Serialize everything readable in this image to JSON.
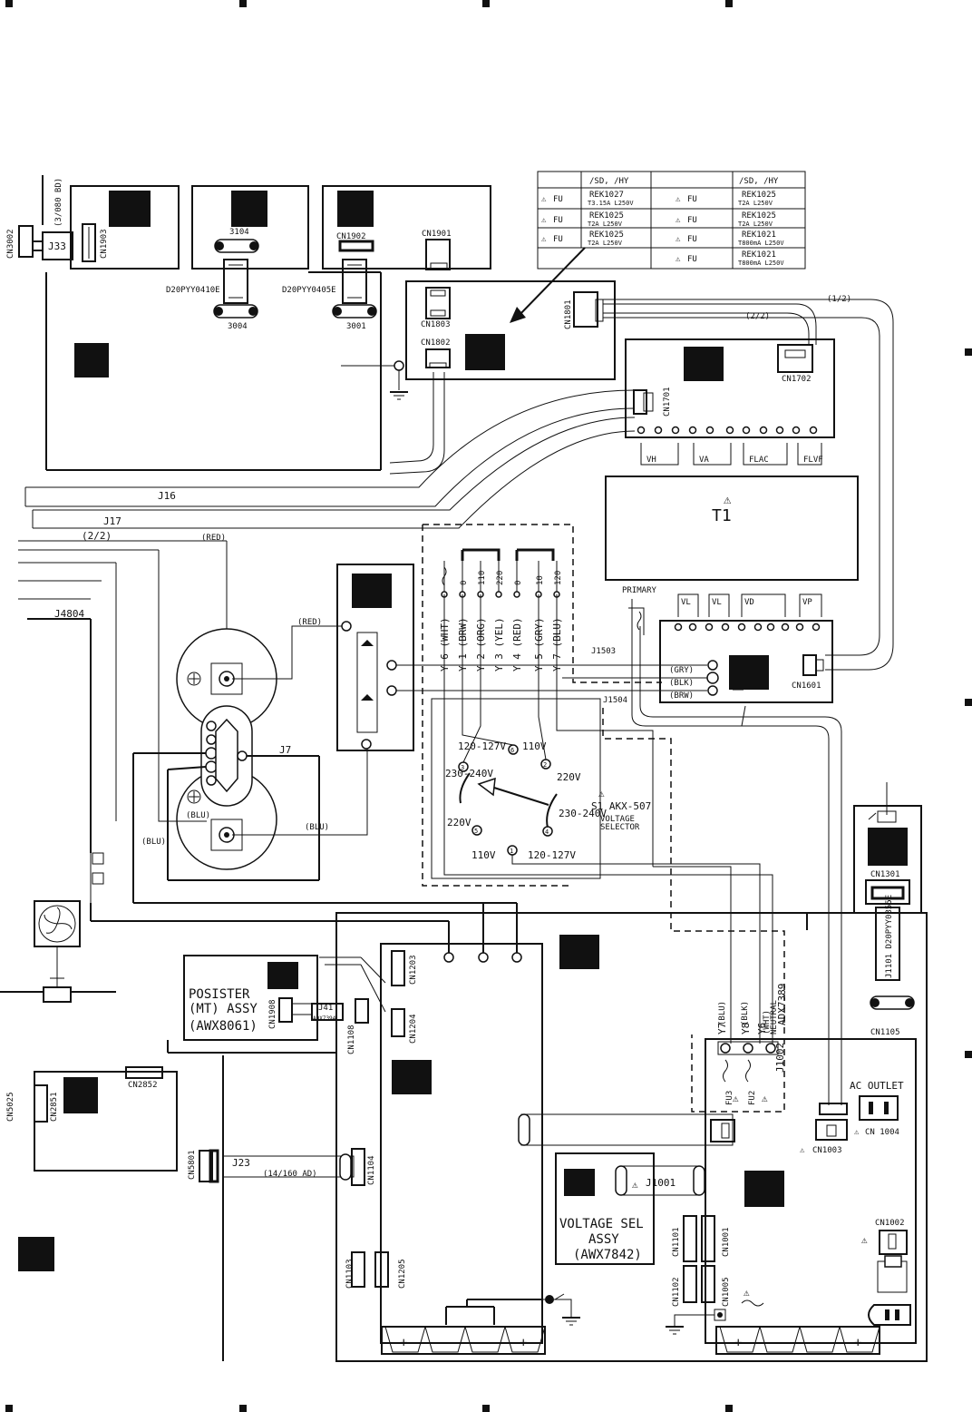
{
  "fuse_table": {
    "headers": [
      "",
      "/SD, /HY",
      "",
      "/SD, /HY"
    ],
    "rows": [
      {
        "l_ref": "FU",
        "l_part": "REK1027",
        "l_rating": "T3.15A L250V",
        "r_ref": "FU",
        "r_part": "REK1025",
        "r_rating": "T2A L250V"
      },
      {
        "l_ref": "FU",
        "l_part": "REK1025",
        "l_rating": "T2A L250V",
        "r_ref": "FU",
        "r_part": "REK1025",
        "r_rating": "T2A L250V"
      },
      {
        "l_ref": "FU",
        "l_part": "REK1025",
        "l_rating": "T2A L250V",
        "r_ref": "FU",
        "r_part": "REK1021",
        "r_rating": "T800mA L250V"
      },
      {
        "l_ref": "",
        "l_part": "",
        "l_rating": "",
        "r_ref": "FU",
        "r_part": "REK1021",
        "r_rating": "T800mA L250V"
      }
    ]
  },
  "connectors": {
    "cn3002": "CN3002",
    "j33": "J33",
    "j33_note": "(3/080 BD)",
    "cn1903": "CN1903",
    "p3104": "3104",
    "p3004": "3004",
    "d20_410": "D20PYY0410E",
    "cn1902": "CN1902",
    "d20_405": "D20PYY0405E",
    "p3001": "3001",
    "cn1901": "CN1901",
    "cn1803": "CN1803",
    "cn1802": "CN1802",
    "cn1801": "CN1801",
    "half1": "(1/2)",
    "half2": "(2/2)",
    "cn1702": "CN1702",
    "cn1701": "CN1701",
    "cn1601": "CN1601",
    "j1503": "J1503",
    "j1504": "J1504",
    "j16": "J16",
    "j17": "J17",
    "j4804": "J4804",
    "j7": "J7",
    "cn1301": "CN1301",
    "j1101": "J1101 D20PYY0355E",
    "cn1105": "CN1105",
    "cn1203": "CN1203",
    "cn1204": "CN1204",
    "cn1908": "CN1908",
    "j41": "J41",
    "adx7394": "ADX7394",
    "cn1108": "CN1108",
    "cn5025": "CN5025",
    "cn2851": "CN2851",
    "cn2852": "CN2852",
    "cn5801": "CN5801",
    "j23": "J23",
    "j23_note": "(14/160 AD)",
    "cn1104": "CN1104",
    "cn1103": "CN1103",
    "cn1205": "CN1205",
    "cn1101": "CN1101",
    "cn1001": "CN1001",
    "cn1102": "CN1102",
    "cn1005": "CN1005",
    "j1001": "J1001",
    "cn1003": "CN1003",
    "cn1004": "CN 1004",
    "cn1002": "CN1002",
    "j1002": "J1002",
    "adx7389": "ADX7389",
    "fu3": "FU3",
    "fu2": "FU2"
  },
  "transformer": {
    "name": "T1",
    "secondary_top": [
      "VH",
      "VA",
      "FLAC",
      "FLVF"
    ],
    "secondary_bottom": [
      "VL",
      "VL",
      "VD",
      "VP"
    ],
    "primary": "PRIMARY"
  },
  "wire_colors": {
    "red_a": "(RED)",
    "red_b": "(RED)",
    "blu_a": "(BLU)",
    "blu_b": "(BLU)",
    "blu_c": "(BLU)",
    "gry": "(GRY)",
    "blk": "(BLK)",
    "brw": "(BRW)",
    "half_left": "(2/2)"
  },
  "taps": [
    {
      "label": "Y 6 (WHT)",
      "num": ""
    },
    {
      "label": "Y 1 (BRW)",
      "num": "0"
    },
    {
      "label": "Y 2 (ORG)",
      "num": "110"
    },
    {
      "label": "Y 3 (YEL)",
      "num": "220"
    },
    {
      "label": "Y 4 (RED)",
      "num": "0"
    },
    {
      "label": "Y 5 (GRY)",
      "num": "10"
    },
    {
      "label": "Y 7 (BLU)",
      "num": "120"
    }
  ],
  "selector": {
    "pos6": "120-127V",
    "pos6_num": "6",
    "pos2": "110V",
    "pos2_num": "2",
    "pos3": "230-240V",
    "pos3_num": "3",
    "pos2b": "220V",
    "pos4": "230-240V",
    "pos4_num": "4",
    "pos5": "220V",
    "pos5_num": "5",
    "pos1a": "110V",
    "pos1_num": "1",
    "pos1b": "120-127V",
    "name": "S1 AKX-507",
    "sub1": "VOLTAGE",
    "sub2": "SELECTOR"
  },
  "posister": {
    "line1": "POSISTER",
    "line2": "(MT)  ASSY",
    "line3": "(AWX8061)"
  },
  "voltage_sel": {
    "line1": "VOLTAGE SEL",
    "line2": "ASSY",
    "line3": "(AWX7842)"
  },
  "ac_outlet": "AC OUTLET",
  "j1002_wires": {
    "y7": "Y7",
    "y8": "Y8",
    "y6": "Y6",
    "c1": "(BLU)",
    "c2": "(BLK)",
    "c3": "(WHT)",
    "neutral": "NEUTRAL"
  },
  "terminals": [
    "+",
    "−",
    "−",
    "+"
  ]
}
